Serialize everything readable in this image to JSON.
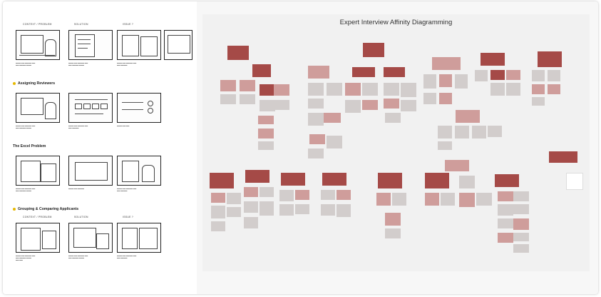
{
  "board": {
    "title": "Expert Interview Affinity Diagramming"
  },
  "storyboard": {
    "column_labels": [
      "CONTEXT / PROBLEM",
      "SOLUTION",
      "ISSUE ?"
    ],
    "sections": [
      {
        "title": "",
        "label": ""
      },
      {
        "title": "Assigning Reviewers"
      },
      {
        "title": "The Excel Problem"
      },
      {
        "title": "Grouping & Comparing Applicants"
      }
    ]
  },
  "colors": {
    "dark_note": "#a54a47",
    "mid_note": "#cf9d9b",
    "grey_note": "#d2cdcc",
    "accent_dot": "#e6b800"
  }
}
